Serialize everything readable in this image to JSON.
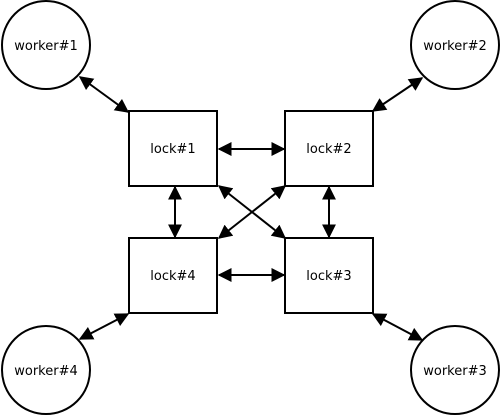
{
  "diagram": {
    "workers": [
      {
        "id": "w1",
        "label": "worker#1"
      },
      {
        "id": "w2",
        "label": "worker#2"
      },
      {
        "id": "w3",
        "label": "worker#3"
      },
      {
        "id": "w4",
        "label": "worker#4"
      }
    ],
    "locks": [
      {
        "id": "l1",
        "label": "lock#1"
      },
      {
        "id": "l2",
        "label": "lock#2"
      },
      {
        "id": "l3",
        "label": "lock#3"
      },
      {
        "id": "l4",
        "label": "lock#4"
      }
    ],
    "edges": [
      {
        "from": "w1",
        "to": "l1",
        "directed": "both"
      },
      {
        "from": "w2",
        "to": "l2",
        "directed": "both"
      },
      {
        "from": "w3",
        "to": "l3",
        "directed": "both"
      },
      {
        "from": "w4",
        "to": "l4",
        "directed": "both"
      },
      {
        "from": "l1",
        "to": "l2",
        "directed": "both"
      },
      {
        "from": "l4",
        "to": "l3",
        "directed": "both"
      },
      {
        "from": "l1",
        "to": "l4",
        "directed": "both"
      },
      {
        "from": "l2",
        "to": "l3",
        "directed": "both"
      },
      {
        "from": "l1",
        "to": "l3",
        "directed": "both"
      },
      {
        "from": "l2",
        "to": "l4",
        "directed": "both"
      }
    ]
  }
}
